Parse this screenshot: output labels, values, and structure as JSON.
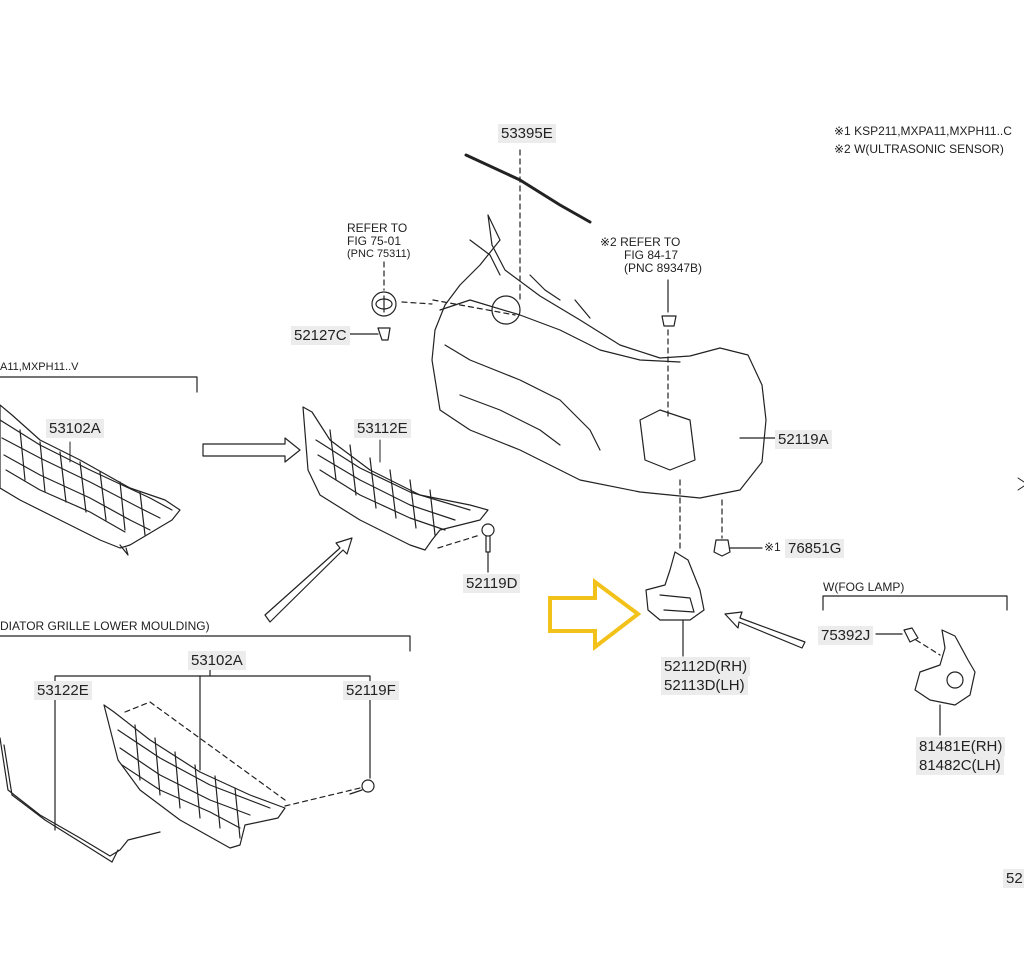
{
  "notes": {
    "note1": "※1 KSP211,MXPA11,MXPH11..C",
    "note2": "※2 W(ULTRASONIC SENSOR)",
    "refer_emblem": [
      "REFER TO",
      "FIG 75-01",
      "(PNC 75311)"
    ],
    "refer_sensor": [
      "※2 REFER TO",
      "FIG 84-17",
      "(PNC 89347B)"
    ],
    "group_top_left": "A11,MXPH11..V",
    "group_lower": "DIATOR GRILLE LOWER MOULDING)",
    "group_fog": "W(FOG LAMP)",
    "mark_76851G": "※1"
  },
  "parts": {
    "p53395E": "53395E",
    "p52127C": "52127C",
    "p53102A_top": "53102A",
    "p53112E": "53112E",
    "p52119A": "52119A",
    "p52119D": "52119D",
    "p76851G": "76851G",
    "p52112D": "52112D(RH)",
    "p52113D": "52113D(LH)",
    "p75392J": "75392J",
    "p53102A_lower": "53102A",
    "p53122E": "53122E",
    "p52119F": "52119F",
    "p81481E": "81481E(RH)",
    "p81482C": "81482C(LH)",
    "page_ref": "52"
  },
  "colors": {
    "highlight_arrow": "#f2c21a",
    "line": "#222222",
    "label_bg": "#ececec"
  }
}
